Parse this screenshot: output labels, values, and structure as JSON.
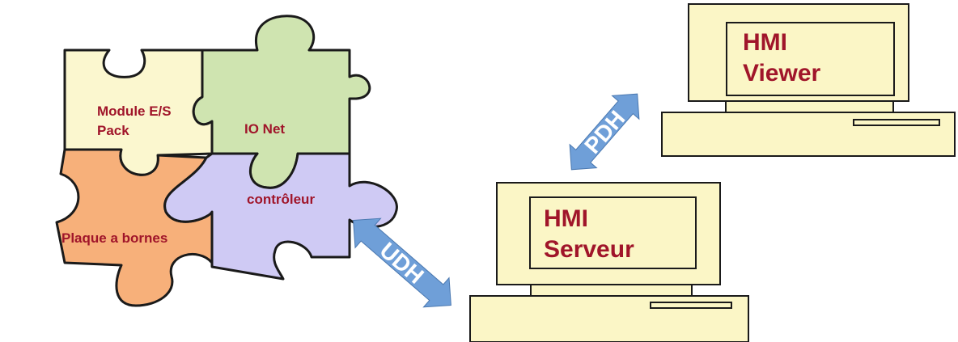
{
  "puzzle": {
    "module": {
      "line1": "Module E/S",
      "line2": "Pack",
      "color": "#fbf7cf"
    },
    "ionet": {
      "label": "IO Net",
      "color": "#cfe4b0"
    },
    "plaque": {
      "label": "Plaque a bornes",
      "color": "#f7b07a"
    },
    "controleur": {
      "label": "contrôleur",
      "color": "#cfcaf4"
    }
  },
  "computers": {
    "viewer": {
      "line1": "HMI",
      "line2": "Viewer"
    },
    "serveur": {
      "line1": "HMI",
      "line2": "Serveur"
    },
    "body_color": "#fbf6c6"
  },
  "links": {
    "pdh": {
      "label": "PDH"
    },
    "udh": {
      "label": "UDH"
    },
    "arrow_color": "#6f9fd8"
  },
  "colors": {
    "label_text": "#a0152a",
    "outline": "#1a1a1a"
  }
}
